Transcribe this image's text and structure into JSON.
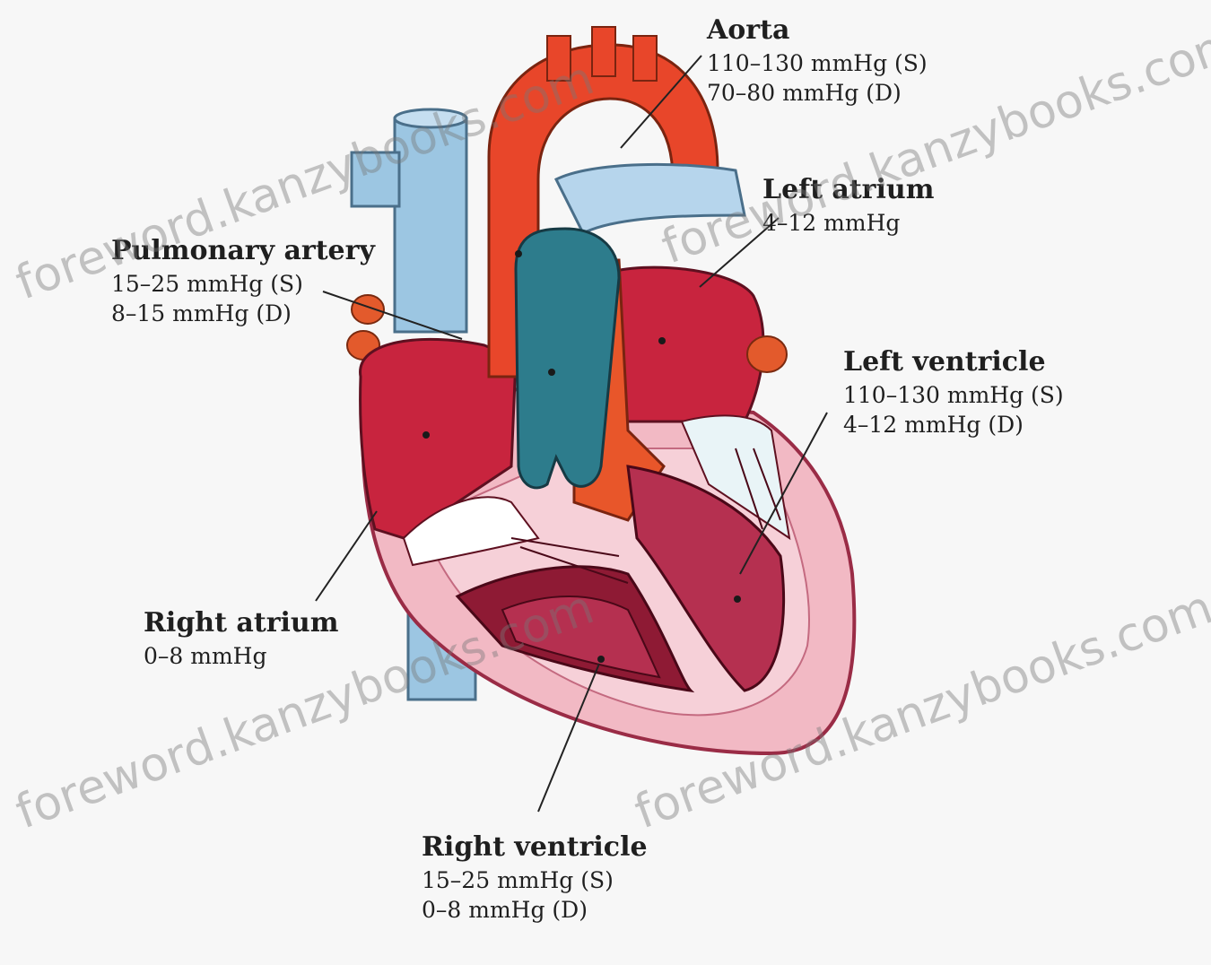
{
  "labels": {
    "aorta": {
      "title": "Aorta",
      "values": [
        "110–130 mmHg (S)",
        "70–80 mmHg (D)"
      ]
    },
    "left_atrium": {
      "title": "Left atrium",
      "values": [
        "4–12 mmHg"
      ]
    },
    "pulmonary_artery": {
      "title": "Pulmonary artery",
      "values": [
        "15–25 mmHg (S)",
        "8–15 mmHg (D)"
      ]
    },
    "left_ventricle": {
      "title": "Left ventricle",
      "values": [
        "110–130 mmHg (S)",
        "4–12 mmHg (D)"
      ]
    },
    "right_atrium": {
      "title": "Right atrium",
      "values": [
        "0–8 mmHg"
      ]
    },
    "right_ventricle": {
      "title": "Right ventricle",
      "values": [
        "15–25 mmHg (S)",
        "0–8 mmHg (D)"
      ]
    }
  },
  "watermark_text": "foreword.kanzybooks.com",
  "colors": {
    "background": "#f7f7f7",
    "vena_cava": "#9cc6e2",
    "aorta": "#e8462a",
    "pulmonary_artery": "#2d7c8c",
    "atrium_tissue": "#c8243e",
    "ventricle_wall": "#f2b9c4",
    "muscle_dark": "#8e1a34",
    "label_text": "#1f1f1f"
  }
}
